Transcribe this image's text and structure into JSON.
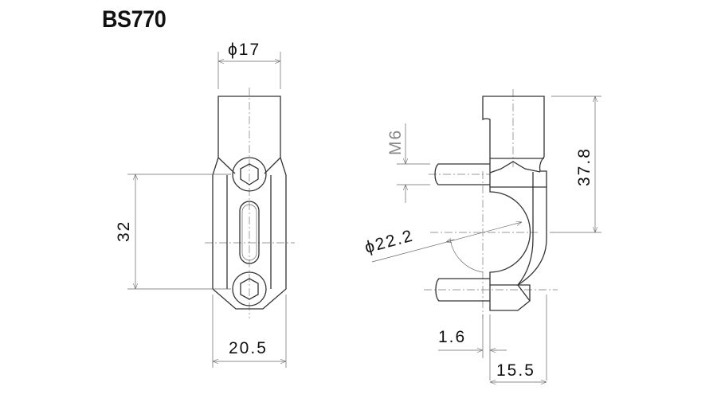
{
  "title": "BS770",
  "dimensions": {
    "top_diameter": "ϕ17",
    "bolt_spacing": "32",
    "width": "20.5",
    "thread": "M6",
    "bar_diameter": "ϕ22.2",
    "height": "37.8",
    "offset": "1.6",
    "depth": "15.5"
  }
}
